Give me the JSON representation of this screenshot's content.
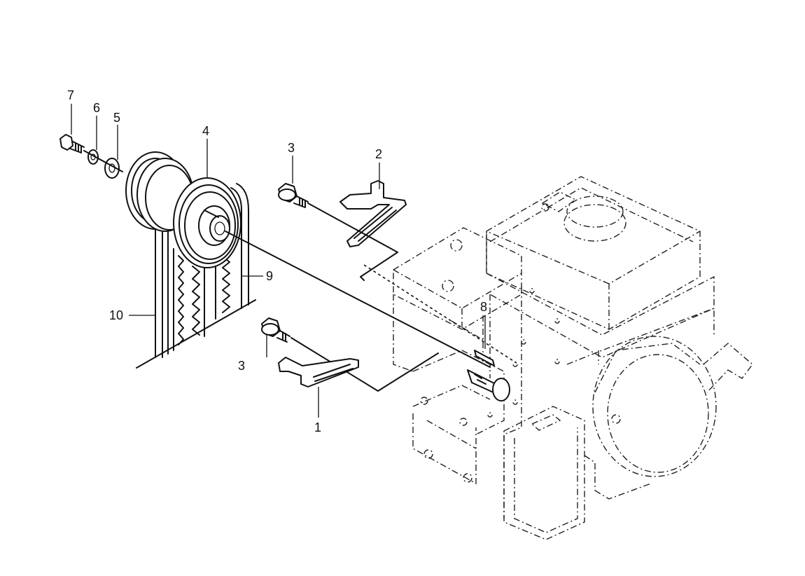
{
  "callouts": [
    {
      "id": "1",
      "label": "1"
    },
    {
      "id": "2",
      "label": "2"
    },
    {
      "id": "3a",
      "label": "3"
    },
    {
      "id": "3b",
      "label": "3"
    },
    {
      "id": "4",
      "label": "4"
    },
    {
      "id": "5",
      "label": "5"
    },
    {
      "id": "6",
      "label": "6"
    },
    {
      "id": "7",
      "label": "7"
    },
    {
      "id": "8",
      "label": "8"
    },
    {
      "id": "9",
      "label": "9"
    },
    {
      "id": "10",
      "label": "10"
    }
  ]
}
